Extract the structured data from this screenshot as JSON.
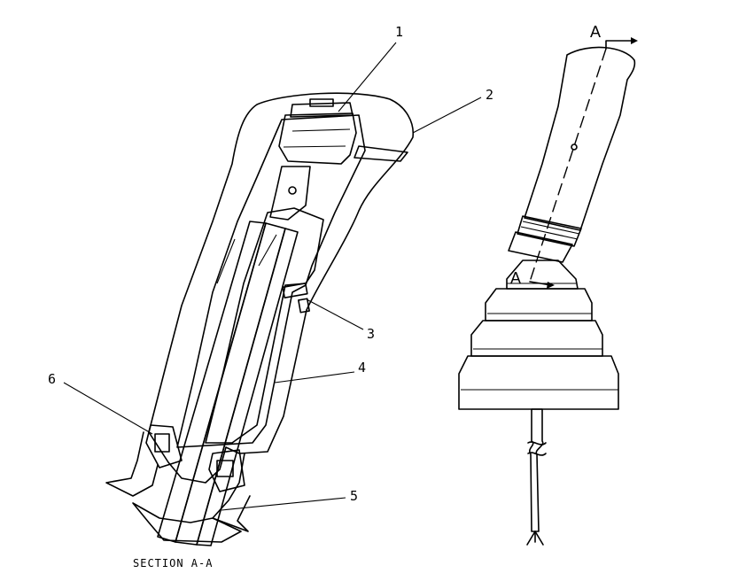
{
  "callouts": {
    "c1": "1",
    "c2": "2",
    "c3": "3",
    "c4": "4",
    "c5": "5",
    "c6": "6"
  },
  "section_marks": {
    "top": "A",
    "bottom": "A"
  },
  "caption": "SECTION A-A"
}
